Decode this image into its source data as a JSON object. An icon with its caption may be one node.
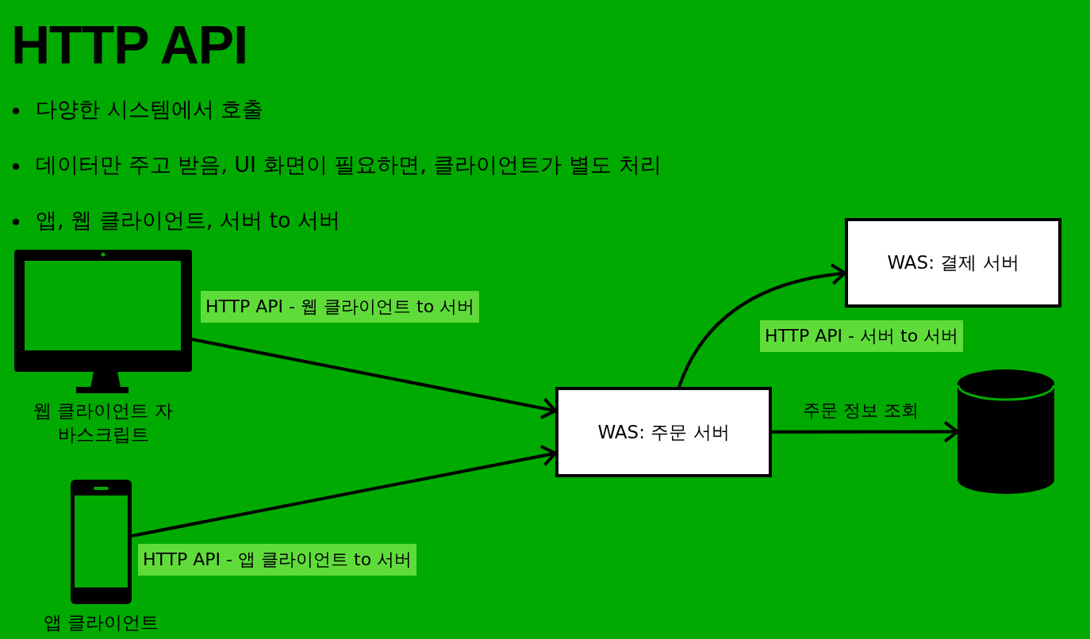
{
  "diagram": {
    "title": "HTTP API",
    "nodes": [
      {
        "text": [],
        "shape": "monitor",
        "beside": [
          "웹 클라이언트 자바스크립트"
        ]
      },
      {
        "text": [],
        "shape": "phone",
        "beside": [
          "앱 클라이언트"
        ]
      },
      {
        "text": [
          "WAS: 주문 서버"
        ]
      },
      {
        "text": [
          "WAS: 결제 서버"
        ]
      },
      {
        "text": [],
        "shape": "cylinder"
      }
    ],
    "edges": [
      {
        "from": 0,
        "to": 2,
        "arrow": "to",
        "label": "HTTP API - 웹 클라이언트 to 서버"
      },
      {
        "from": 1,
        "to": 2,
        "arrow": "to",
        "label": "HTTP API - 앱 클라이언트 to 서버"
      },
      {
        "from": 2,
        "to": 3,
        "arrow": "to",
        "label": "HTTP API - 서버 to 서버"
      },
      {
        "from": 2,
        "to": 4,
        "arrow": "to",
        "label": "주문 정보 조회"
      }
    ],
    "labels": [
      "다양한 시스템에서 호출",
      "데이터만 주고 받음, UI 화면이 필요하면, 클라이언트가 별도 처리",
      "앱, 웹 클라이언트, 서버 to 서버"
    ]
  }
}
